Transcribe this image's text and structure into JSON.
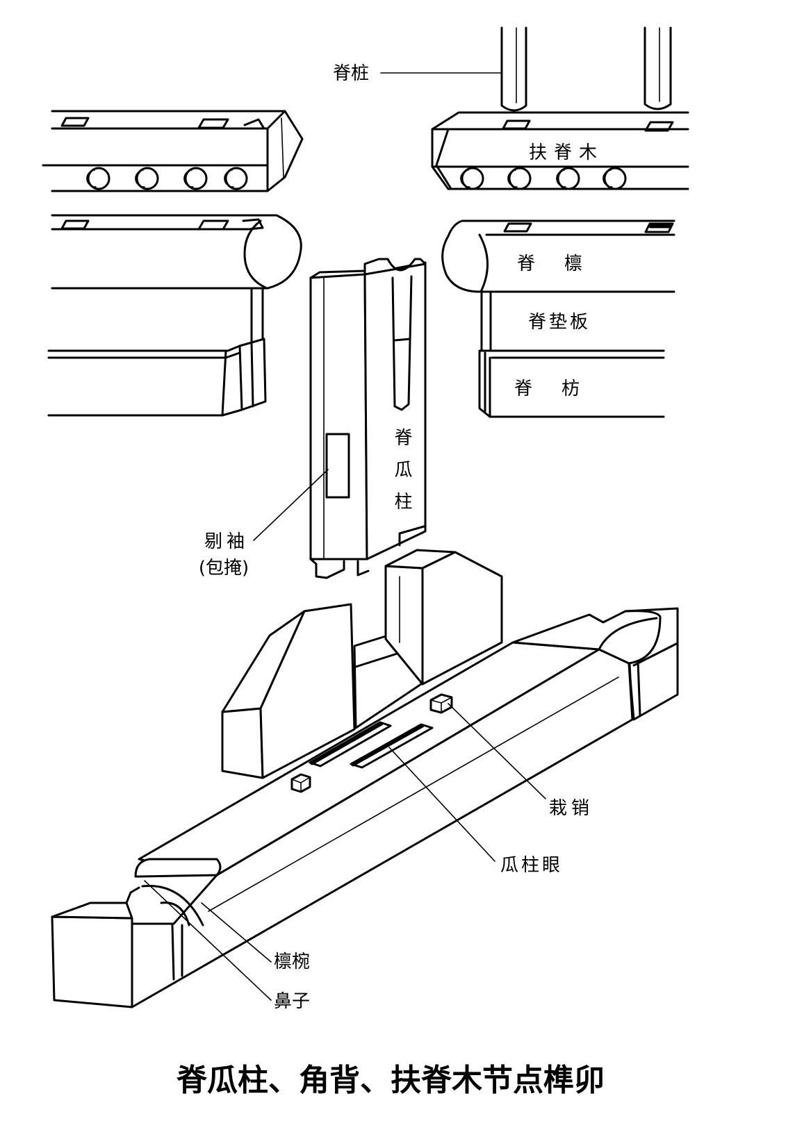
{
  "labels": {
    "ridge_stake": "脊桩",
    "ridge_support": "扶脊木",
    "ridge_purlin": "脊檩",
    "ridge_pad_board": "脊垫板",
    "ridge_tie_beam": "脊枋",
    "ridge_king_post": "脊瓜柱",
    "shoulder_cut": "剔袖",
    "shoulder_cut_alt": "(包掩)",
    "dowel": "栽销",
    "post_mortise": "瓜柱眼",
    "purlin_seat": "檩椀",
    "nose": "鼻子"
  },
  "caption": "脊瓜柱、角背、扶脊木节点榫卯",
  "colors": {
    "line": "#000000",
    "background": "#ffffff"
  }
}
